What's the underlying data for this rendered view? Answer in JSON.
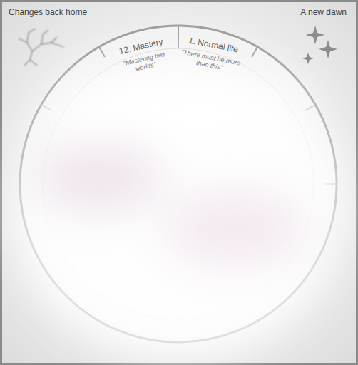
{
  "diagram": {
    "nodes": [
      {
        "text": [
          "12. Mastery",
          "\"Mastering two worlds\""
        ]
      },
      {
        "text": [
          "1. Normal life",
          "\"There must be more than this\""
        ]
      }
    ],
    "labels": [
      "Changes back home",
      "A new dawn"
    ]
  }
}
